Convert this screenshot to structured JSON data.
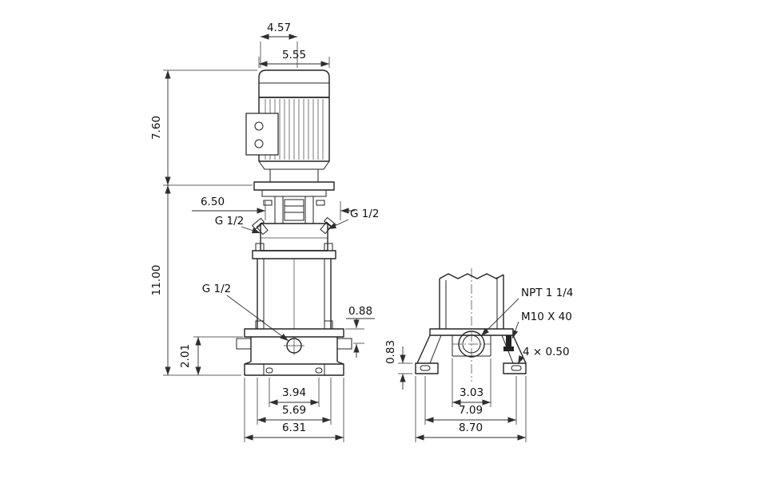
{
  "front_view": {
    "dims": {
      "fan_cover_width": "4.57",
      "motor_width": "5.55",
      "motor_height": "7.60",
      "head_width": "6.50",
      "pump_height": "11.00",
      "plug_height": "0.88",
      "port_center_height": "2.01",
      "foot_hole_span": "3.94",
      "sleeve_width": "5.69",
      "base_width": "6.31"
    },
    "labels": {
      "port_left": "G 1/2",
      "port_right": "G 1/2",
      "drain_port": "G 1/2"
    }
  },
  "side_view": {
    "dims": {
      "foot_height": "0.83",
      "hub_width": "3.03",
      "bolt_span": "7.09",
      "base_width": "8.70"
    },
    "labels": {
      "suction_port": "NPT 1 1/4",
      "bolt": "M10 X 40",
      "foot_slots": "4 × 0.50"
    }
  }
}
